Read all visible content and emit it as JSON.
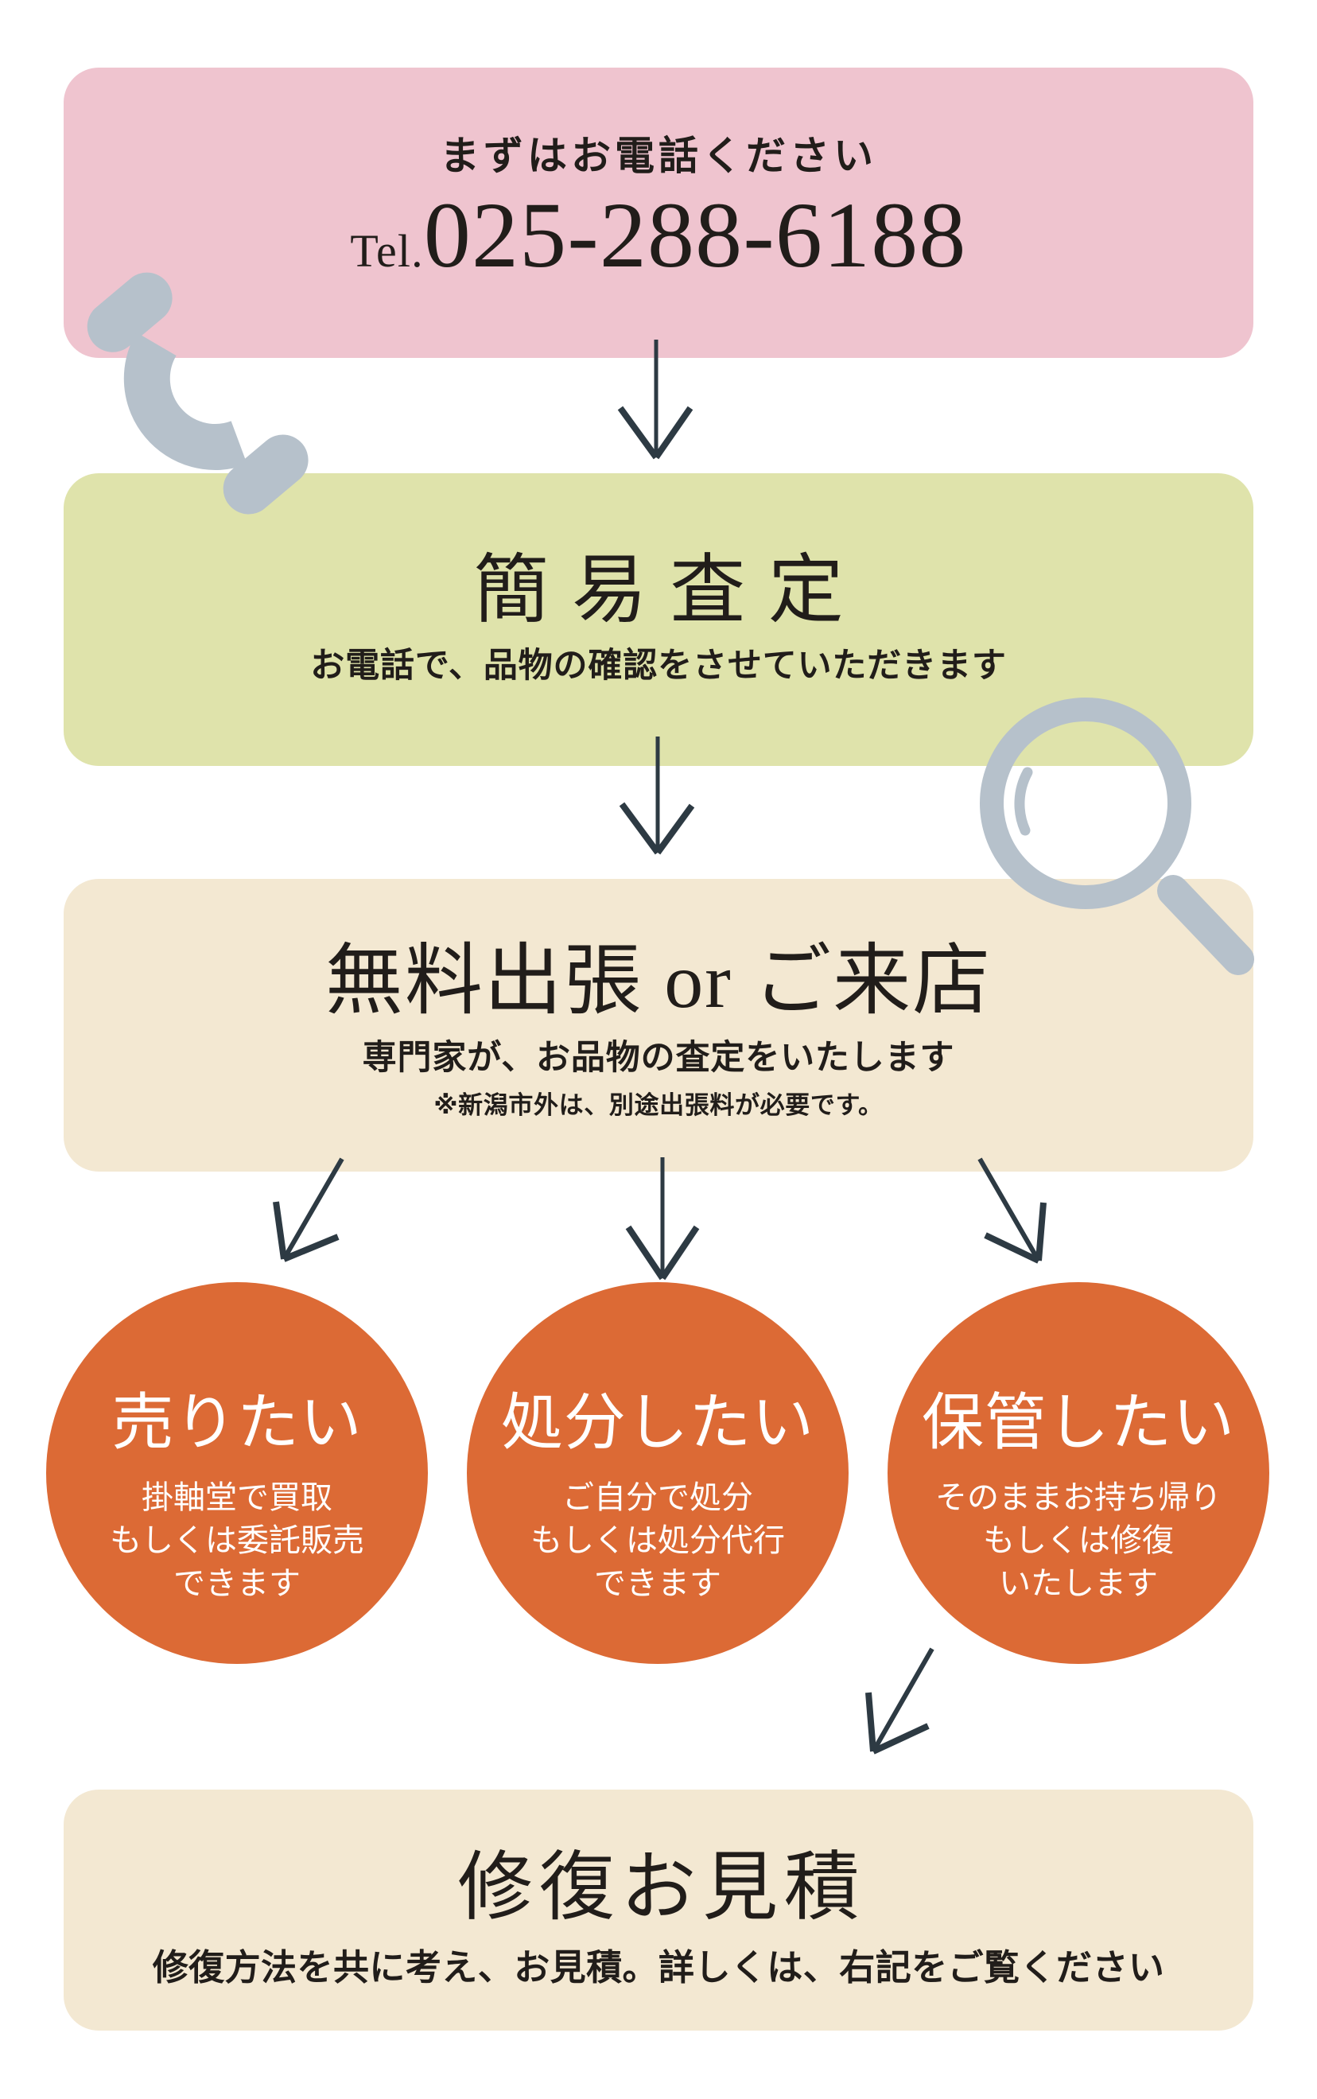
{
  "palette": {
    "pink": "#efc4cf",
    "yellow_green": "#dfe3ab",
    "cream": "#f3e8d2",
    "orange": "#dc6a35",
    "icon_gray": "#b6c1cb",
    "arrow_dark": "#2d3a43",
    "text_dark": "#211d1a",
    "circle_text": "#ffffff"
  },
  "icons": {
    "phone": "phone-handset-icon",
    "magnifier": "magnifying-glass-icon",
    "arrows": "down-arrow"
  },
  "steps": {
    "call": {
      "title": "まずはお電話ください",
      "tel_label": "Tel.",
      "tel_number": "025-288-6188"
    },
    "assessment": {
      "title": "簡易査定",
      "subtitle": "お電話で、品物の確認をさせていただきます"
    },
    "visit": {
      "title": "無料出張 or ご来店",
      "subtitle": "専門家が、お品物の査定をいたします",
      "note": "※新潟市外は、別途出張料が必要です。"
    },
    "options": [
      {
        "title": "売りたい",
        "lines": [
          "掛軸堂で買取",
          "もしくは委託販売",
          "できます"
        ]
      },
      {
        "title": "処分したい",
        "lines": [
          "ご自分で処分",
          "もしくは処分代行",
          "できます"
        ]
      },
      {
        "title": "保管したい",
        "lines": [
          "そのままお持ち帰り",
          "もしくは修復",
          "いたします"
        ]
      }
    ],
    "estimate": {
      "title": "修復お見積",
      "subtitle": "修復方法を共に考え、お見積。詳しくは、右記をご覧ください"
    }
  }
}
